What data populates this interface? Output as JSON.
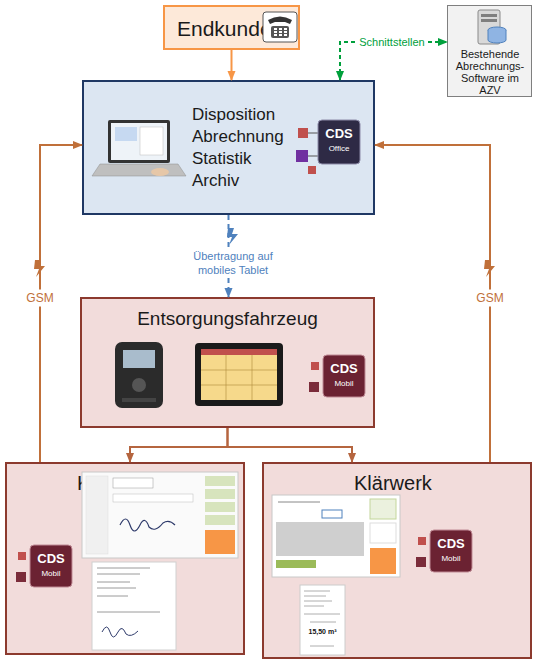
{
  "diagram": {
    "nodes": [
      {
        "text": [
          "Endkunde"
        ]
      },
      {
        "text": [
          "Disposition Abrechnung Statistik Archiv"
        ]
      },
      {
        "text": [
          "Bestehende Abrechnungs-Software im AZV"
        ]
      },
      {
        "text": [
          "Entsorgungsfahrzeug"
        ]
      },
      {
        "text": [
          "Kunde"
        ]
      },
      {
        "text": [
          "Klärwerk"
        ]
      }
    ],
    "edges": [
      {
        "from": 0,
        "to": 1,
        "arrow": "to"
      },
      {
        "from": 1,
        "to": 2,
        "label": "Schnittstellen",
        "arrow": "both"
      },
      {
        "from": 1,
        "to": 3,
        "label": "Übertragung auf mobiles Tablet",
        "arrow": "to"
      },
      {
        "from": 3,
        "to": 4,
        "arrow": "to"
      },
      {
        "from": 3,
        "to": 5,
        "arrow": "to"
      },
      {
        "from": 4,
        "to": 1,
        "label": "GSM",
        "arrow": "to"
      },
      {
        "from": 5,
        "to": 1,
        "label": "GSM",
        "arrow": "to"
      }
    ],
    "labels": [
      "CDS",
      "Office",
      "CDS",
      "Mobil",
      "CDS",
      "Mobil",
      "CDS",
      "Mobil",
      "15,50 m³"
    ]
  }
}
